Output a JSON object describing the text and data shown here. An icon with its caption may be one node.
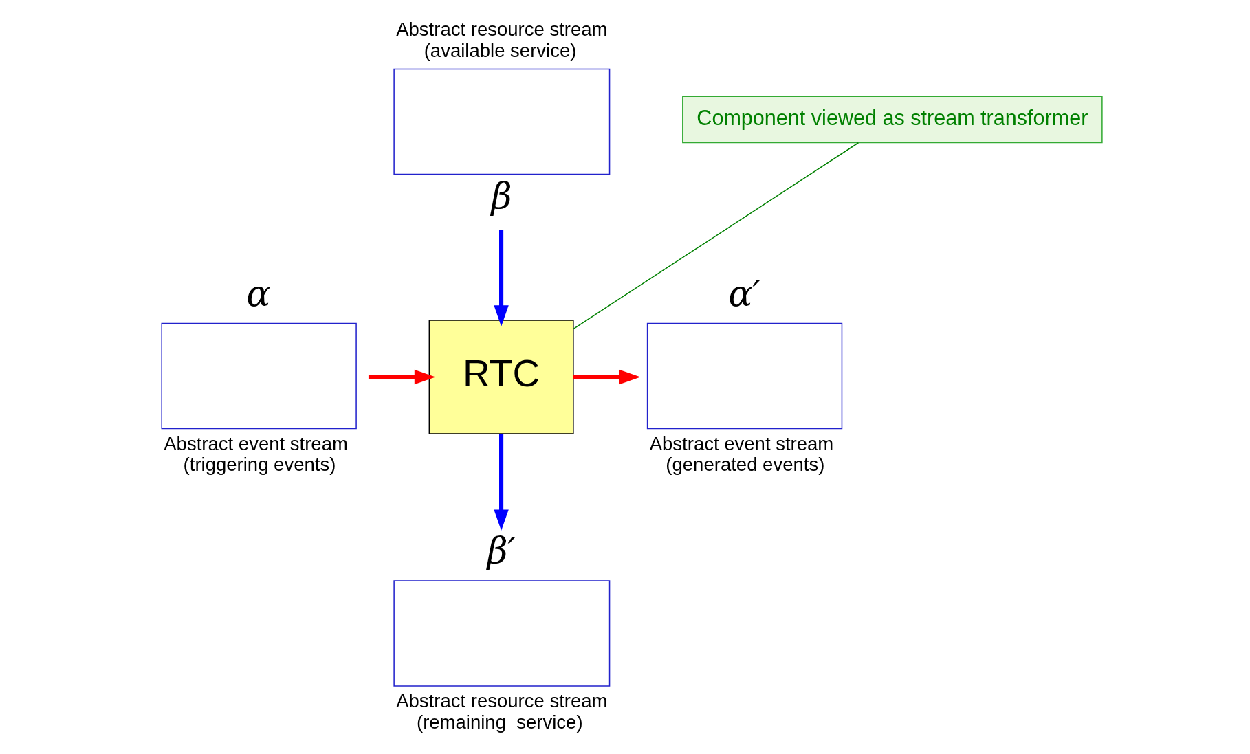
{
  "diagram": {
    "nodes": [
      {
        "text": [],
        "shape": "box",
        "beside": [
          "Abstract resource stream (available service)",
          "β"
        ]
      },
      {
        "text": [
          "Component viewed as stream transformer"
        ]
      },
      {
        "text": [],
        "shape": "box",
        "beside": [
          "α",
          "Abstract event stream (triggering events)"
        ]
      },
      {
        "text": [
          "RTC"
        ]
      },
      {
        "text": [],
        "shape": "box",
        "beside": [
          "α′",
          "Abstract event stream (generated events)"
        ]
      },
      {
        "text": [],
        "shape": "box",
        "beside": [
          "β′",
          "Abstract resource stream (remaining  service)"
        ]
      }
    ],
    "edges": [
      {
        "from": 0,
        "to": 3,
        "arrow": "to",
        "color": "#0000ff"
      },
      {
        "from": 2,
        "to": 3,
        "arrow": "to",
        "color": "#ff0000"
      },
      {
        "from": 3,
        "to": 4,
        "arrow": "to",
        "color": "#ff0000"
      },
      {
        "from": 3,
        "to": 5,
        "arrow": "to",
        "color": "#0000ff"
      },
      {
        "from": 1,
        "to": 3,
        "arrow": "none",
        "color": "#008000"
      }
    ]
  }
}
